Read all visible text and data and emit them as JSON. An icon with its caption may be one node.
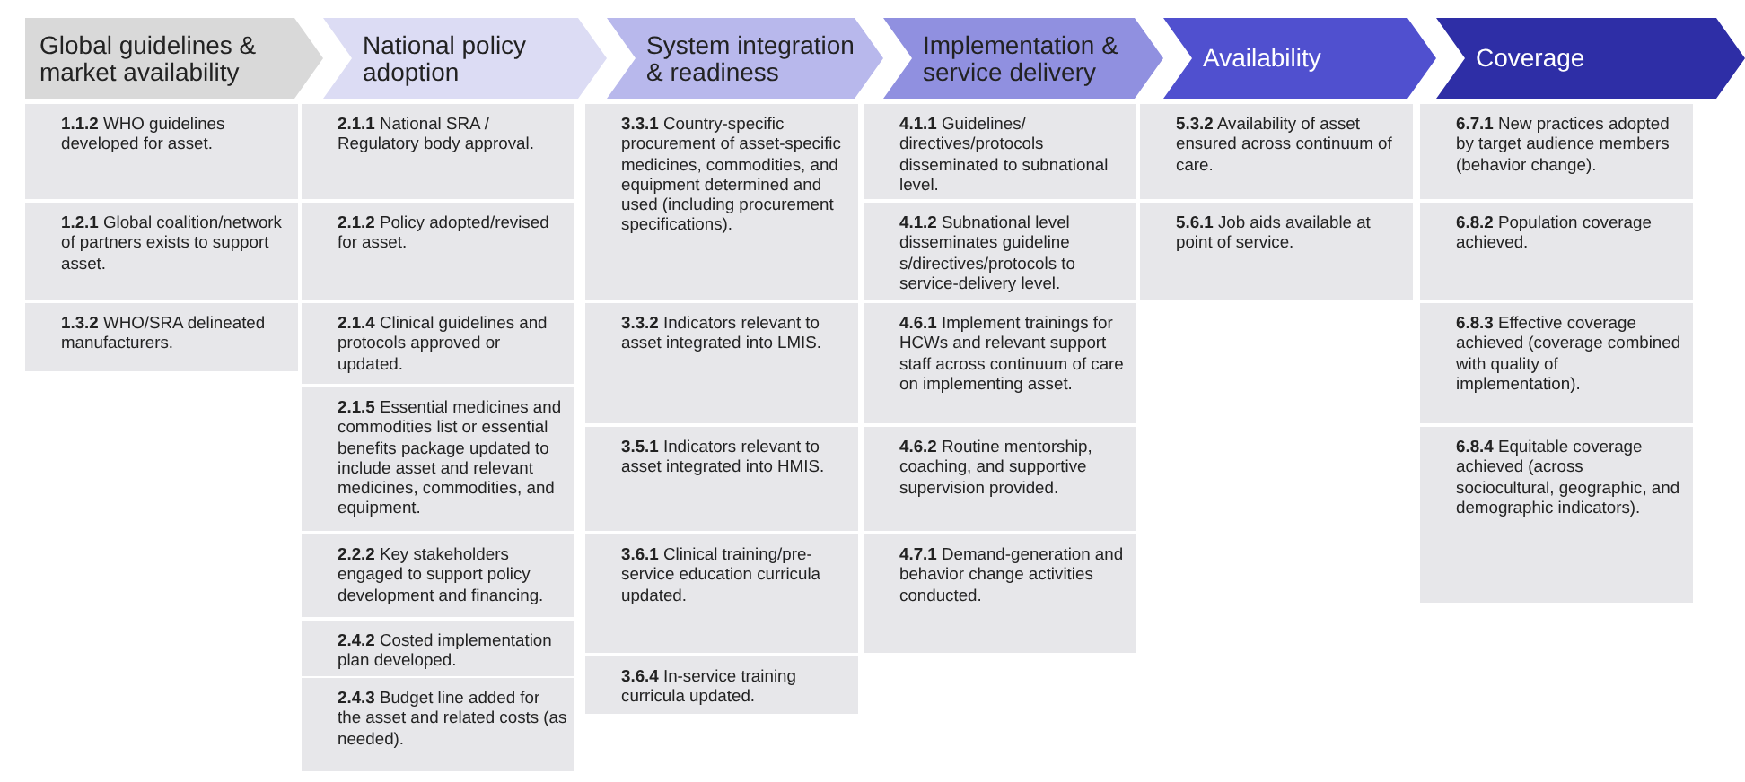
{
  "diagram": {
    "nodes": [
      {
        "text": [
          "Global guidelines & market availability"
        ]
      },
      {
        "text": [
          "National policy adoption"
        ]
      },
      {
        "text": [
          "System integration & readiness"
        ]
      },
      {
        "text": [
          "Implementation & service delivery"
        ]
      },
      {
        "text": [
          "Availability"
        ]
      },
      {
        "text": [
          "Coverage"
        ]
      },
      {
        "text": [
          "**1.1.2** WHO guidelines developed for asset."
        ]
      },
      {
        "text": [
          "**1.2.1** Global coalition/network of partners exists to support asset."
        ]
      },
      {
        "text": [
          "**1.3.2** WHO/SRA delineated manufacturers."
        ]
      },
      {
        "text": [
          "**2.1.1** National SRA / Regulatory body approval."
        ]
      },
      {
        "text": [
          "**2.1.2** Policy adopted/revised for asset."
        ]
      },
      {
        "text": [
          "**2.1.4** Clinical guidelines and protocols approved or updated."
        ]
      },
      {
        "text": [
          "**2.1.5** Essential medicines and commodities list or essential benefits package updated to include asset and relevant medicines, commodities, and equipment."
        ]
      },
      {
        "text": [
          "**2.2.2** Key stakeholders engaged to support policy development and financing."
        ]
      },
      {
        "text": [
          "**2.4.2** Costed implementation plan developed."
        ]
      },
      {
        "text": [
          "**2.4.3** Budget line added for the asset and related costs (as needed)."
        ]
      },
      {
        "text": [
          "**3.3.1** Country-specific procurement of asset-specific medicines, commodities, and equipment determined and used (including procurement specifications)."
        ]
      },
      {
        "text": [
          "**3.3.2** Indicators relevant to asset integrated into LMIS."
        ]
      },
      {
        "text": [
          "**3.5.1** Indicators relevant to asset integrated into HMIS."
        ]
      },
      {
        "text": [
          "**3.6.1** Clinical training/pre-service education curricula updated."
        ]
      },
      {
        "text": [
          "**3.6.4** In-service training curricula updated."
        ]
      },
      {
        "text": [
          "**4.1.1** Guidelines/ directives/protocols disseminated to subnational level."
        ]
      },
      {
        "text": [
          "**4.1.2** Subnational level disseminates guideline s/directives/protocols to service-delivery level."
        ]
      },
      {
        "text": [
          "**4.6.1** Implement trainings for HCWs and relevant support staff across continuum of care on implementing asset."
        ]
      },
      {
        "text": [
          "**4.6.2** Routine mentorship, coaching, and supportive supervision provided."
        ]
      },
      {
        "text": [
          "**4.7.1** Demand-generation and behavior change activities conducted."
        ]
      },
      {
        "text": [
          "**5.3.2** Availability of asset ensured across continuum of care."
        ]
      },
      {
        "text": [
          "**5.6.1** Job aids available at point of service."
        ]
      },
      {
        "text": [
          "**6.7.1** New practices adopted by target audience members (behavior change)."
        ]
      },
      {
        "text": [
          "**6.8.2** Population coverage achieved."
        ]
      },
      {
        "text": [
          "**6.8.3** Effective coverage achieved (coverage combined with quality of implementation)."
        ]
      },
      {
        "text": [
          "**6.8.4** Equitable coverage achieved (across sociocultural, geographic, and demographic indicators)."
        ]
      }
    ]
  }
}
